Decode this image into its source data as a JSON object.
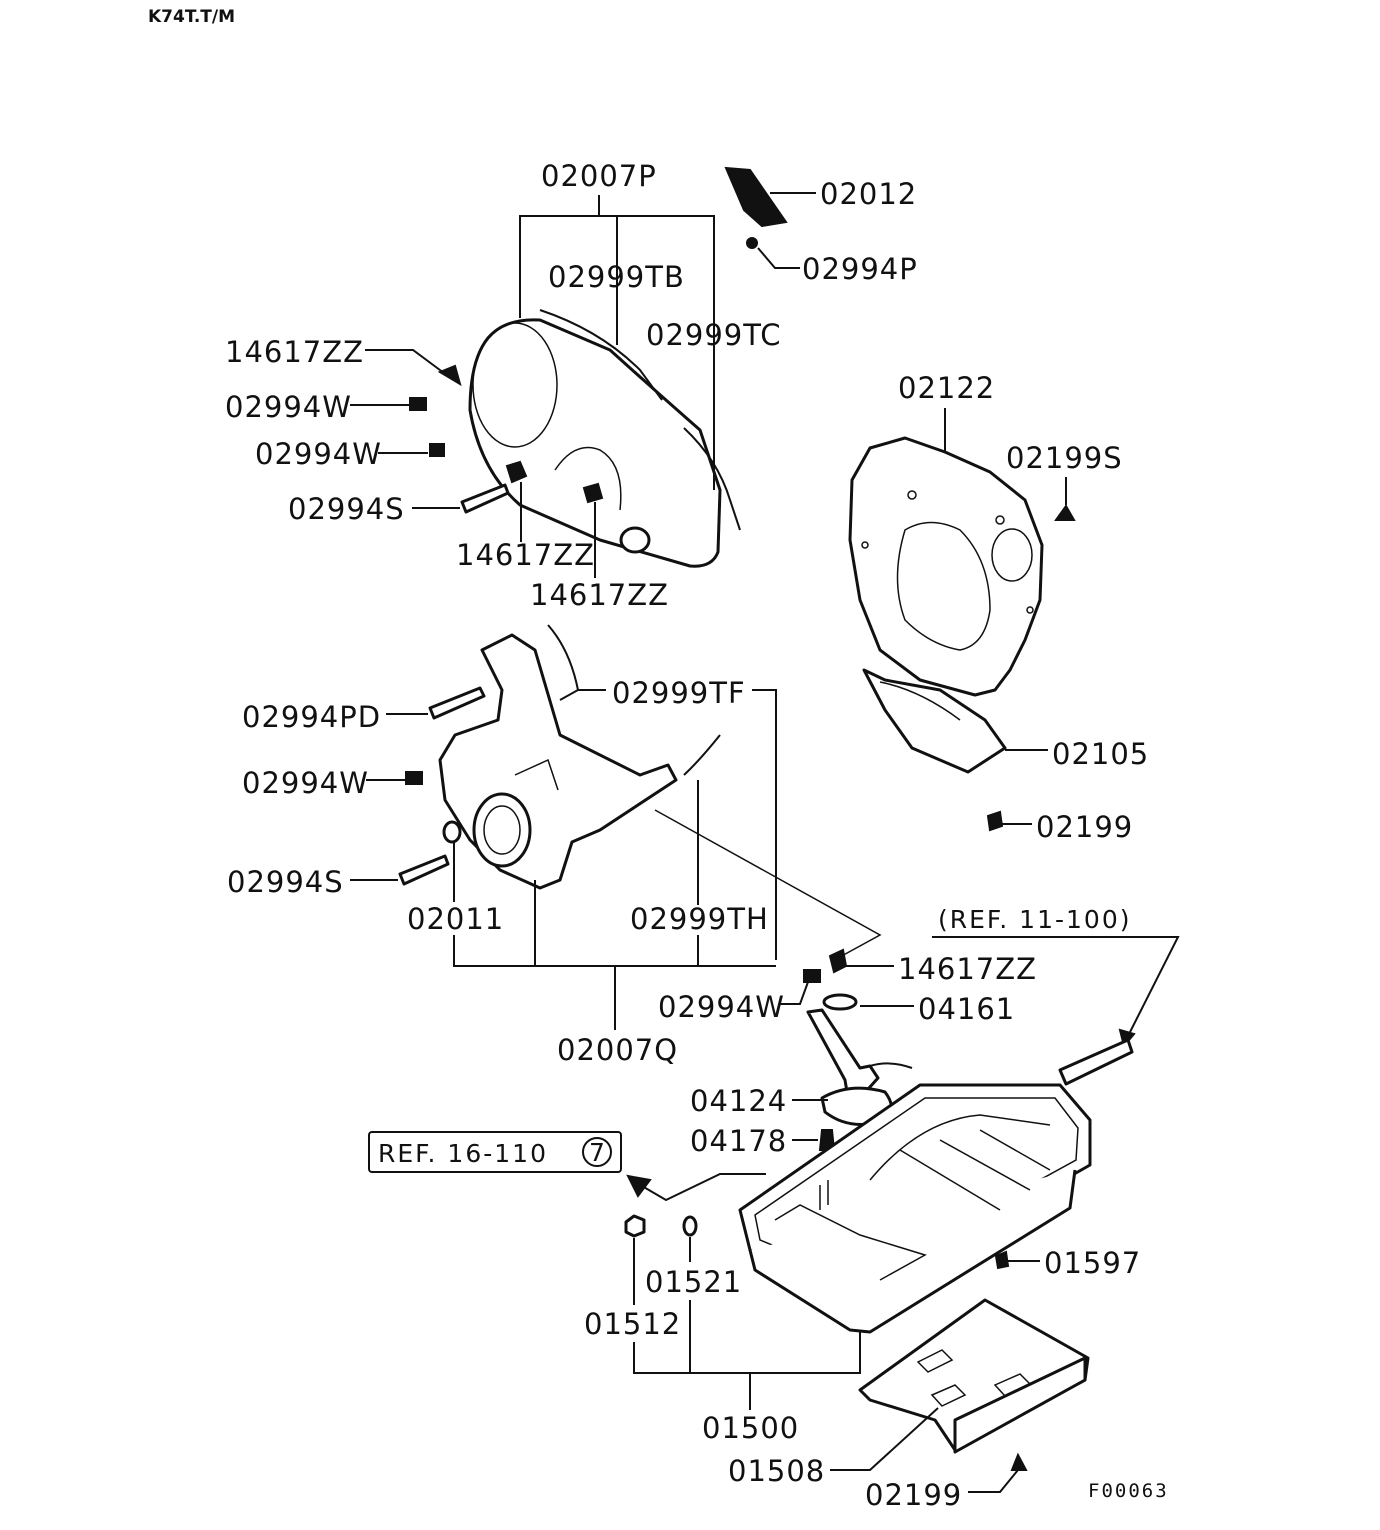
{
  "header": {
    "model_code": "K74T.T/M"
  },
  "footer": {
    "figure_code": "F00063"
  },
  "labels": {
    "l02007P": "02007P",
    "l02012": "02012",
    "l02994P": "02994P",
    "l02999TB": "02999TB",
    "l02999TC": "02999TC",
    "l14617ZZ_a": "14617ZZ",
    "l02994W_a": "02994W",
    "l02994W_b": "02994W",
    "l02994S_a": "02994S",
    "l14617ZZ_b": "14617ZZ",
    "l14617ZZ_c": "14617ZZ",
    "l02122": "02122",
    "l02199S": "02199S",
    "l02999TF": "02999TF",
    "l02994PD": "02994PD",
    "l02994W_c": "02994W",
    "l02105": "02105",
    "l02199_a": "02199",
    "l02994S_b": "02994S",
    "l02011": "02011",
    "l02999TH": "02999TH",
    "l14617ZZ_d": "14617ZZ",
    "l02994W_d": "02994W",
    "l04161": "04161",
    "l02007Q": "02007Q",
    "l04124": "04124",
    "l04178": "04178",
    "l01597": "01597",
    "l01521": "01521",
    "l01512": "01512",
    "l01500": "01500",
    "l01508": "01508",
    "l02199_b": "02199"
  },
  "references": {
    "ref_11_100": "(REF. 11-100)",
    "ref_16_110": "REF. 16-110",
    "ref_16_110_num": "7"
  }
}
